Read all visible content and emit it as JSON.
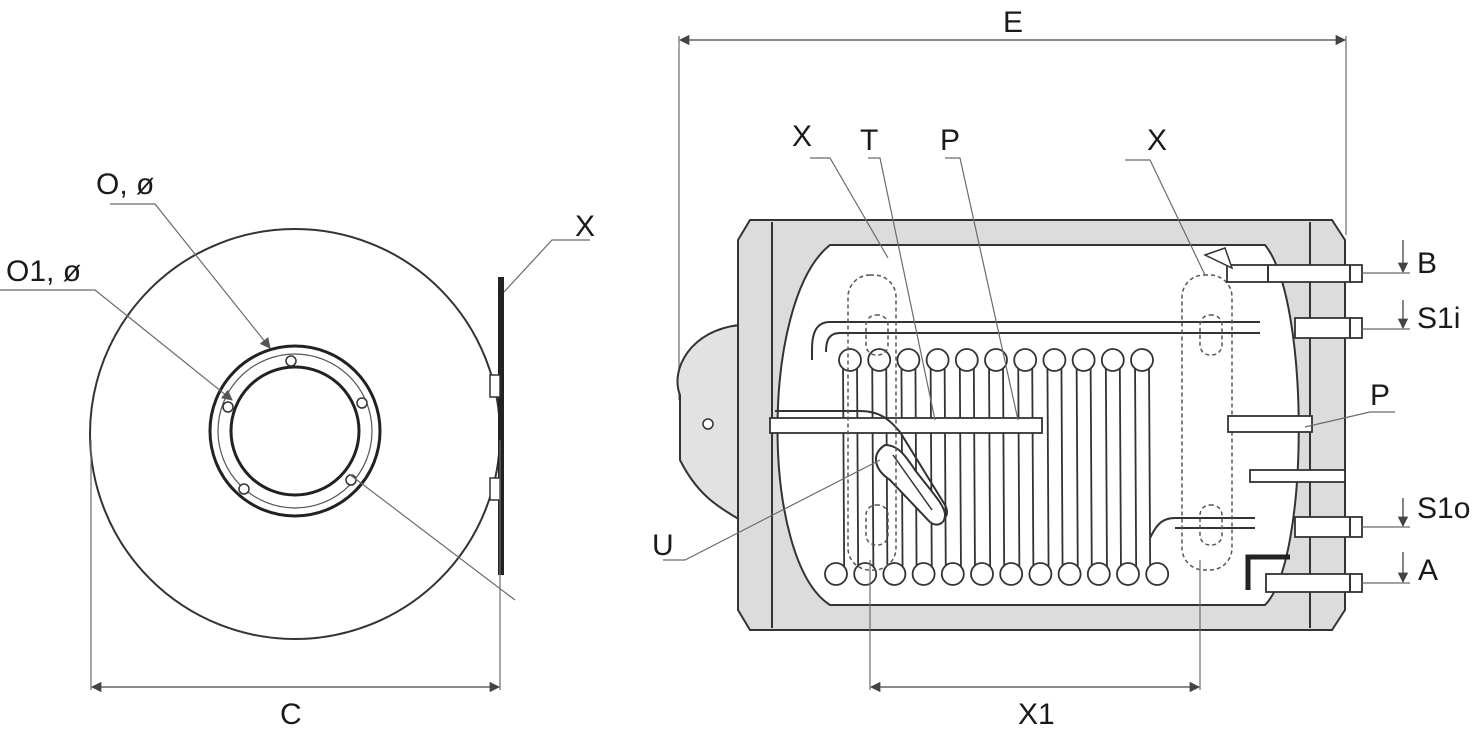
{
  "labels": {
    "left_view": {
      "o": "O, ø",
      "o1": "O1, ø",
      "x": "X",
      "c": "C"
    },
    "right_view": {
      "e": "E",
      "x_left": "X",
      "t": "T",
      "p_top": "P",
      "x_right": "X",
      "b": "B",
      "s1i": "S1i",
      "p_right": "P",
      "s1o": "S1o",
      "a": "A",
      "u": "U",
      "x1": "X1"
    }
  },
  "colors": {
    "insulation": "#dcdcdc",
    "tank_inner": "#ffffff",
    "stroke": "#333333"
  }
}
